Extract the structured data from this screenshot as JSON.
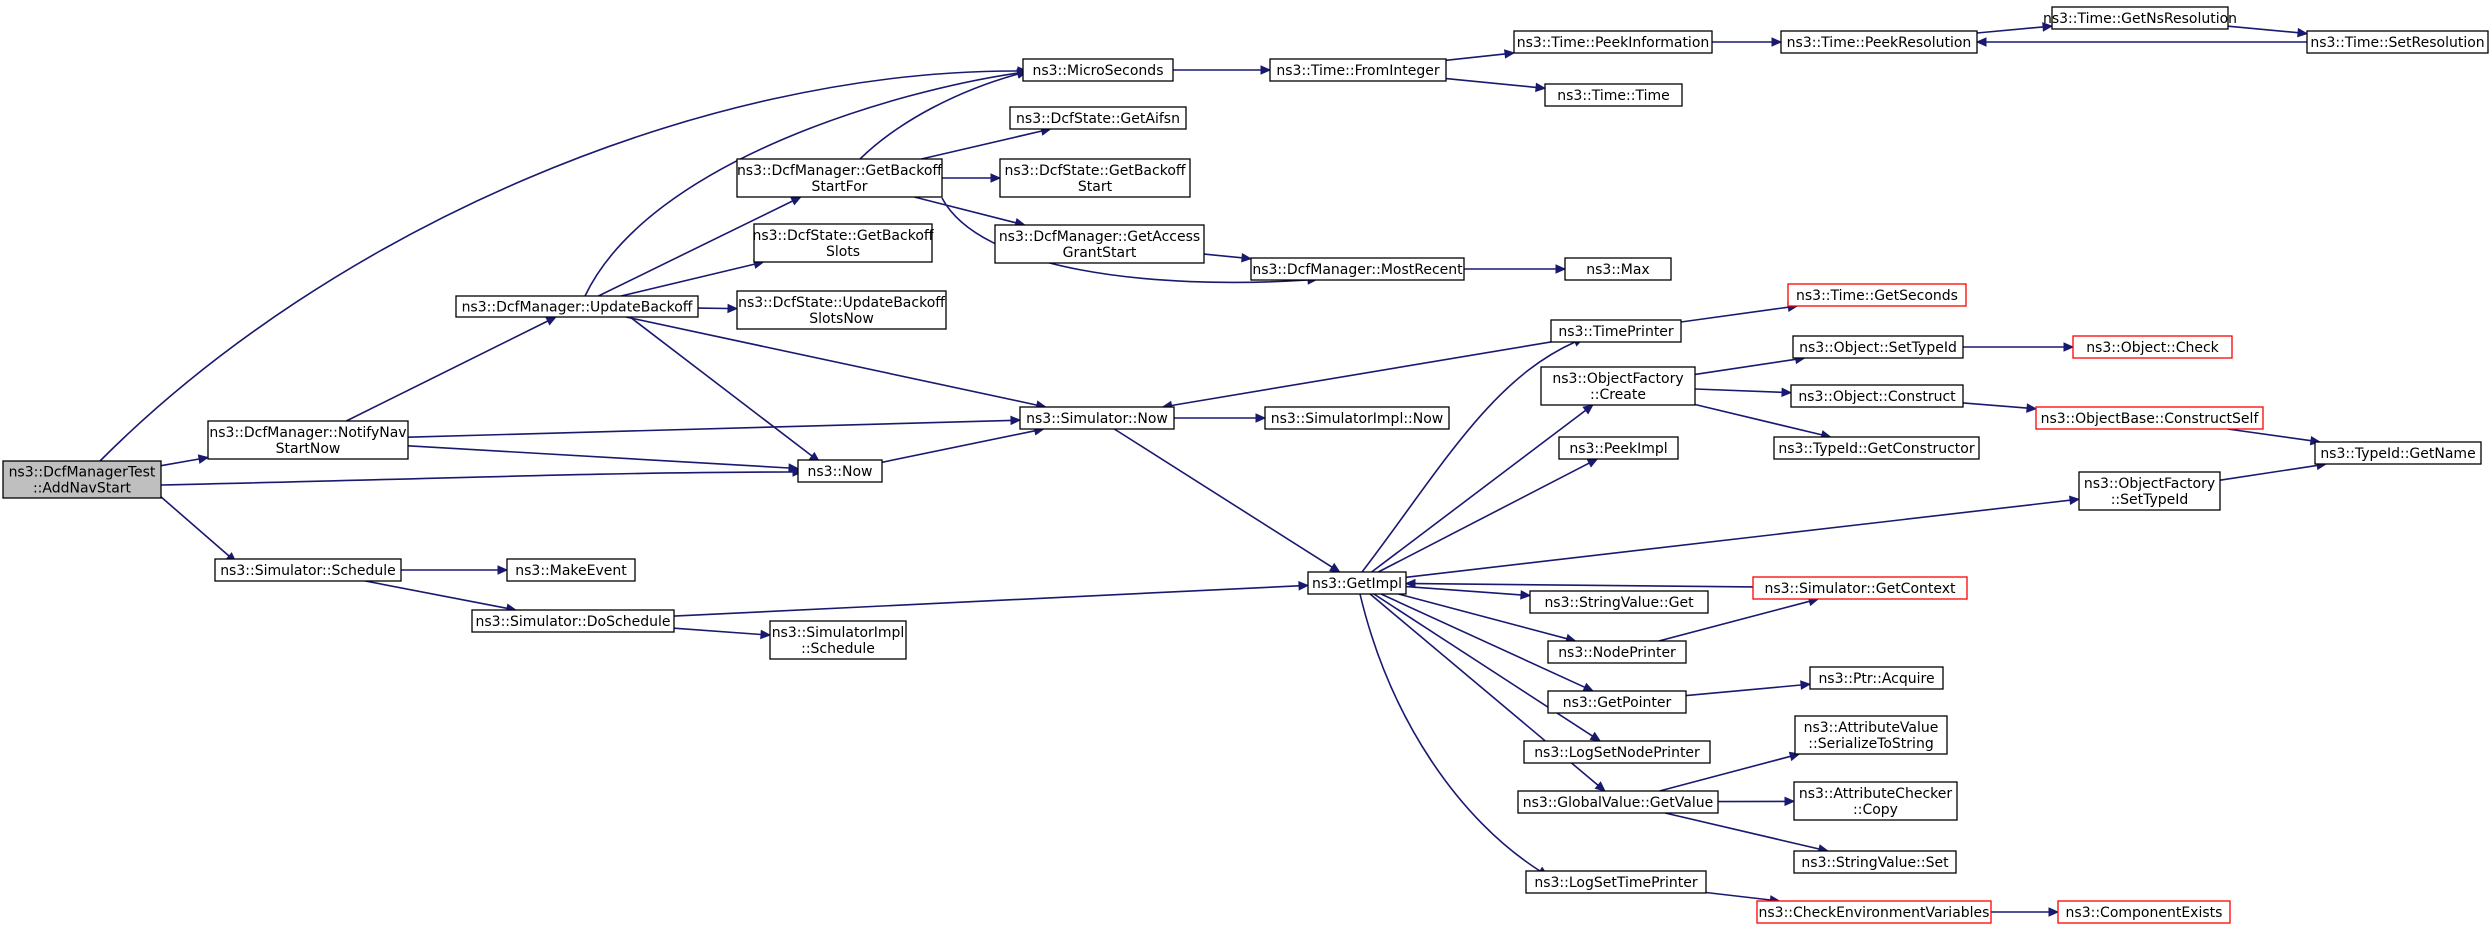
{
  "colors": {
    "edge": "#191970",
    "root_fill": "#bfbfbf",
    "border_red": "#ff0000"
  },
  "nodes": {
    "root": [
      "ns3::DcfManagerTest",
      "::AddNavStart"
    ],
    "notifyNav": [
      "ns3::DcfManager::NotifyNav",
      "StartNow"
    ],
    "updateBackoff": [
      "ns3::DcfManager::UpdateBackoff"
    ],
    "schedule": [
      "ns3::Simulator::Schedule"
    ],
    "doSchedule": [
      "ns3::Simulator::DoSchedule"
    ],
    "makeEvent": [
      "ns3::MakeEvent"
    ],
    "simImplSchedule": [
      "ns3::SimulatorImpl",
      "::Schedule"
    ],
    "microSeconds": [
      "ns3::MicroSeconds"
    ],
    "getBackoffStartFor": [
      "ns3::DcfManager::GetBackoff",
      "StartFor"
    ],
    "getBackoffSlots": [
      "ns3::DcfState::GetBackoff",
      "Slots"
    ],
    "updateBackoffSlotsNow": [
      "ns3::DcfState::UpdateBackoff",
      "SlotsNow"
    ],
    "simNow": [
      "ns3::Simulator::Now"
    ],
    "now": [
      "ns3::Now"
    ],
    "getAifsn": [
      "ns3::DcfState::GetAifsn"
    ],
    "getBackoffStart": [
      "ns3::DcfState::GetBackoff",
      "Start"
    ],
    "getAccessGrantStart": [
      "ns3::DcfManager::GetAccess",
      "GrantStart"
    ],
    "fromInteger": [
      "ns3::Time::FromInteger"
    ],
    "mostRecent": [
      "ns3::DcfManager::MostRecent"
    ],
    "simImplNow": [
      "ns3::SimulatorImpl::Now"
    ],
    "getImpl": [
      "ns3::GetImpl"
    ],
    "peekInformation": [
      "ns3::Time::PeekInformation"
    ],
    "timeTime": [
      "ns3::Time::Time"
    ],
    "max": [
      "ns3::Max"
    ],
    "timePrinter": [
      "ns3::TimePrinter"
    ],
    "objFactoryCreate": [
      "ns3::ObjectFactory",
      "::Create"
    ],
    "peekImpl": [
      "ns3::PeekImpl"
    ],
    "stringValueGet": [
      "ns3::StringValue::Get"
    ],
    "nodePrinter": [
      "ns3::NodePrinter"
    ],
    "getPointer": [
      "ns3::GetPointer"
    ],
    "logSetNodePrinter": [
      "ns3::LogSetNodePrinter"
    ],
    "globalValueGetValue": [
      "ns3::GlobalValue::GetValue"
    ],
    "logSetTimePrinter": [
      "ns3::LogSetTimePrinter"
    ],
    "peekResolution": [
      "ns3::Time::PeekResolution"
    ],
    "getNsResolution": [
      "ns3::Time::GetNsResolution"
    ],
    "setResolution": [
      "ns3::Time::SetResolution"
    ],
    "getSeconds": [
      "ns3::Time::GetSeconds"
    ],
    "setTypeId": [
      "ns3::Object::SetTypeId"
    ],
    "construct": [
      "ns3::Object::Construct"
    ],
    "getConstructor": [
      "ns3::TypeId::GetConstructor"
    ],
    "objFactorySetTypeId": [
      "ns3::ObjectFactory",
      "::SetTypeId"
    ],
    "getContext": [
      "ns3::Simulator::GetContext"
    ],
    "acquire": [
      "ns3::Ptr::Acquire"
    ],
    "serializeToString": [
      "ns3::AttributeValue",
      "::SerializeToString"
    ],
    "attrCheckerCopy": [
      "ns3::AttributeChecker",
      "::Copy"
    ],
    "stringValueSet": [
      "ns3::StringValue::Set"
    ],
    "checkEnv": [
      "ns3::CheckEnvironmentVariables"
    ],
    "objectCheck": [
      "ns3::Object::Check"
    ],
    "constructSelf": [
      "ns3::ObjectBase::ConstructSelf"
    ],
    "componentExists": [
      "ns3::ComponentExists"
    ],
    "getName": [
      "ns3::TypeId::GetName"
    ]
  }
}
